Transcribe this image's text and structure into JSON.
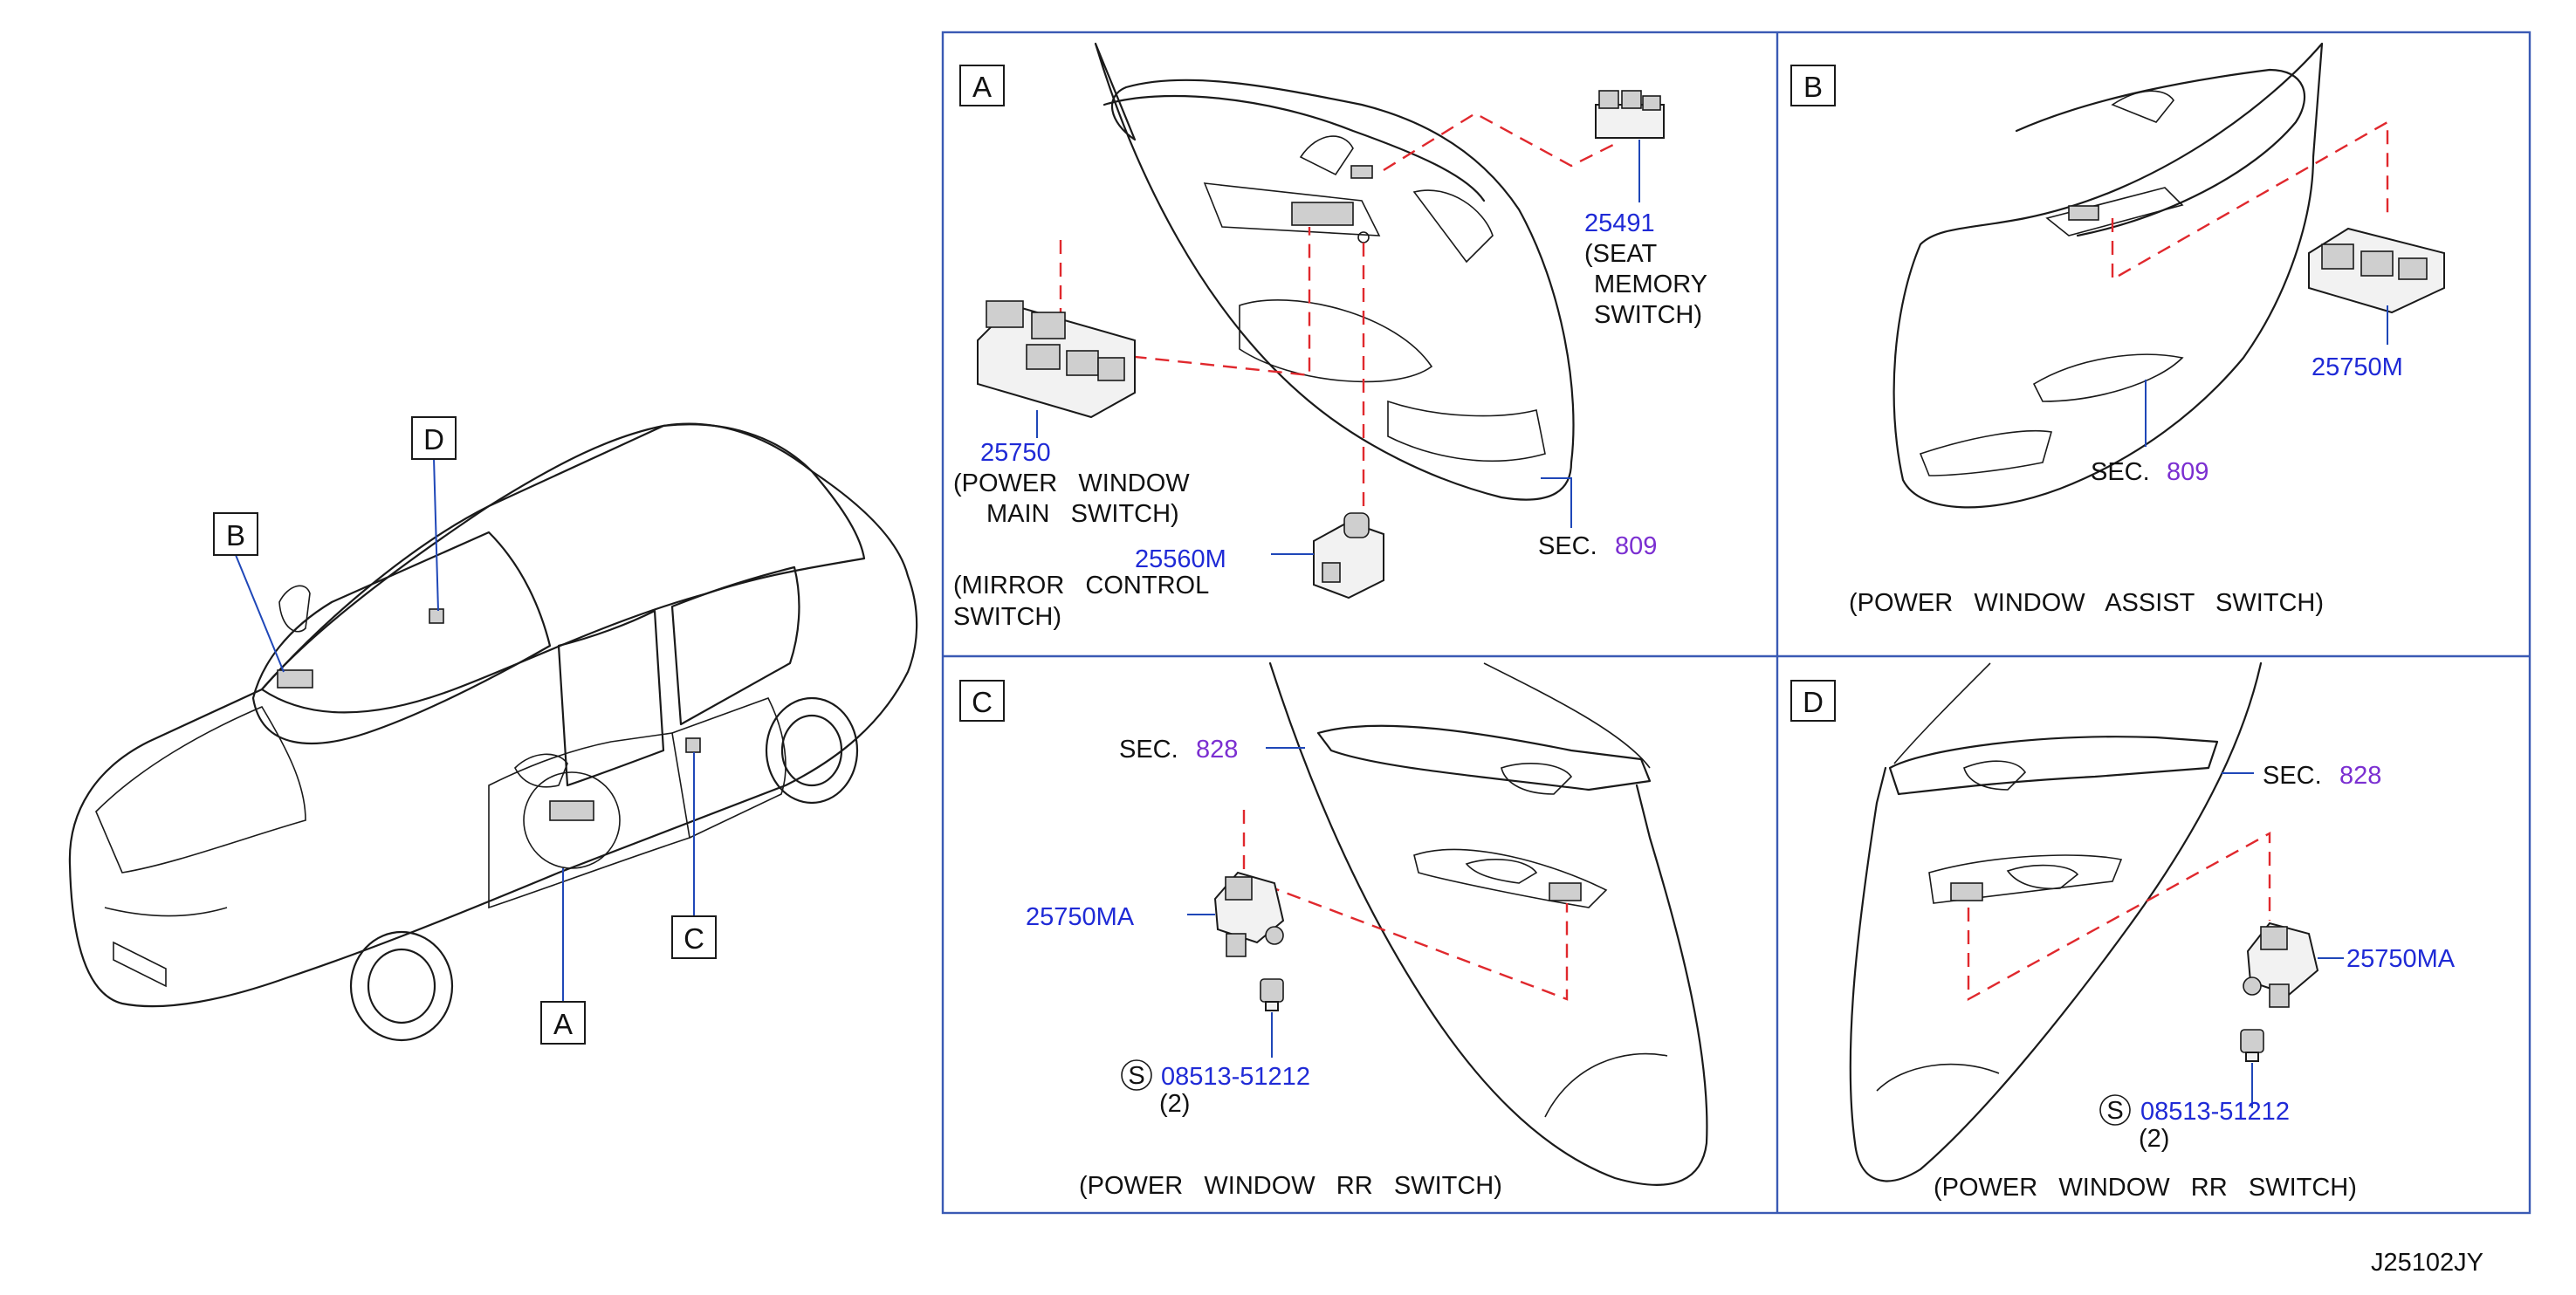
{
  "diagram_id": "J25102JY",
  "overview": {
    "callouts": [
      {
        "letter": "A"
      },
      {
        "letter": "B"
      },
      {
        "letter": "C"
      },
      {
        "letter": "D"
      }
    ]
  },
  "panels": {
    "A": {
      "letter": "A",
      "parts": [
        {
          "number": "25491",
          "desc": [
            "(SEAT",
            "MEMORY",
            "SWITCH)"
          ]
        },
        {
          "number": "25750",
          "desc": [
            "(POWER   WINDOW",
            "MAIN   SWITCH)"
          ]
        },
        {
          "number": "25560M",
          "desc": [
            "(MIRROR   CONTROL",
            "SWITCH)"
          ]
        }
      ],
      "sec_label": "SEC.",
      "sec_number": "809"
    },
    "B": {
      "letter": "B",
      "parts": [
        {
          "number": "25750M"
        }
      ],
      "sec_label": "SEC.",
      "sec_number": "809",
      "caption": "(POWER   WINDOW   ASSIST   SWITCH)"
    },
    "C": {
      "letter": "C",
      "parts": [
        {
          "number": "25750MA"
        }
      ],
      "screw": {
        "symbol": "S",
        "number": "08513-51212",
        "qty": "(2)"
      },
      "sec_label": "SEC.",
      "sec_number": "828",
      "caption": "(POWER   WINDOW   RR   SWITCH)"
    },
    "D": {
      "letter": "D",
      "parts": [
        {
          "number": "25750MA"
        }
      ],
      "screw": {
        "symbol": "S",
        "number": "08513-51212",
        "qty": "(2)"
      },
      "sec_label": "SEC.",
      "sec_number": "828",
      "caption": "(POWER   WINDOW   RR   SWITCH)"
    }
  },
  "colors": {
    "part_number": "#1f2ad6",
    "section_number": "#7b2fd1",
    "phantom_line": "#e0282d",
    "frame": "#3a5ab4",
    "leader": "#1f47b8"
  }
}
